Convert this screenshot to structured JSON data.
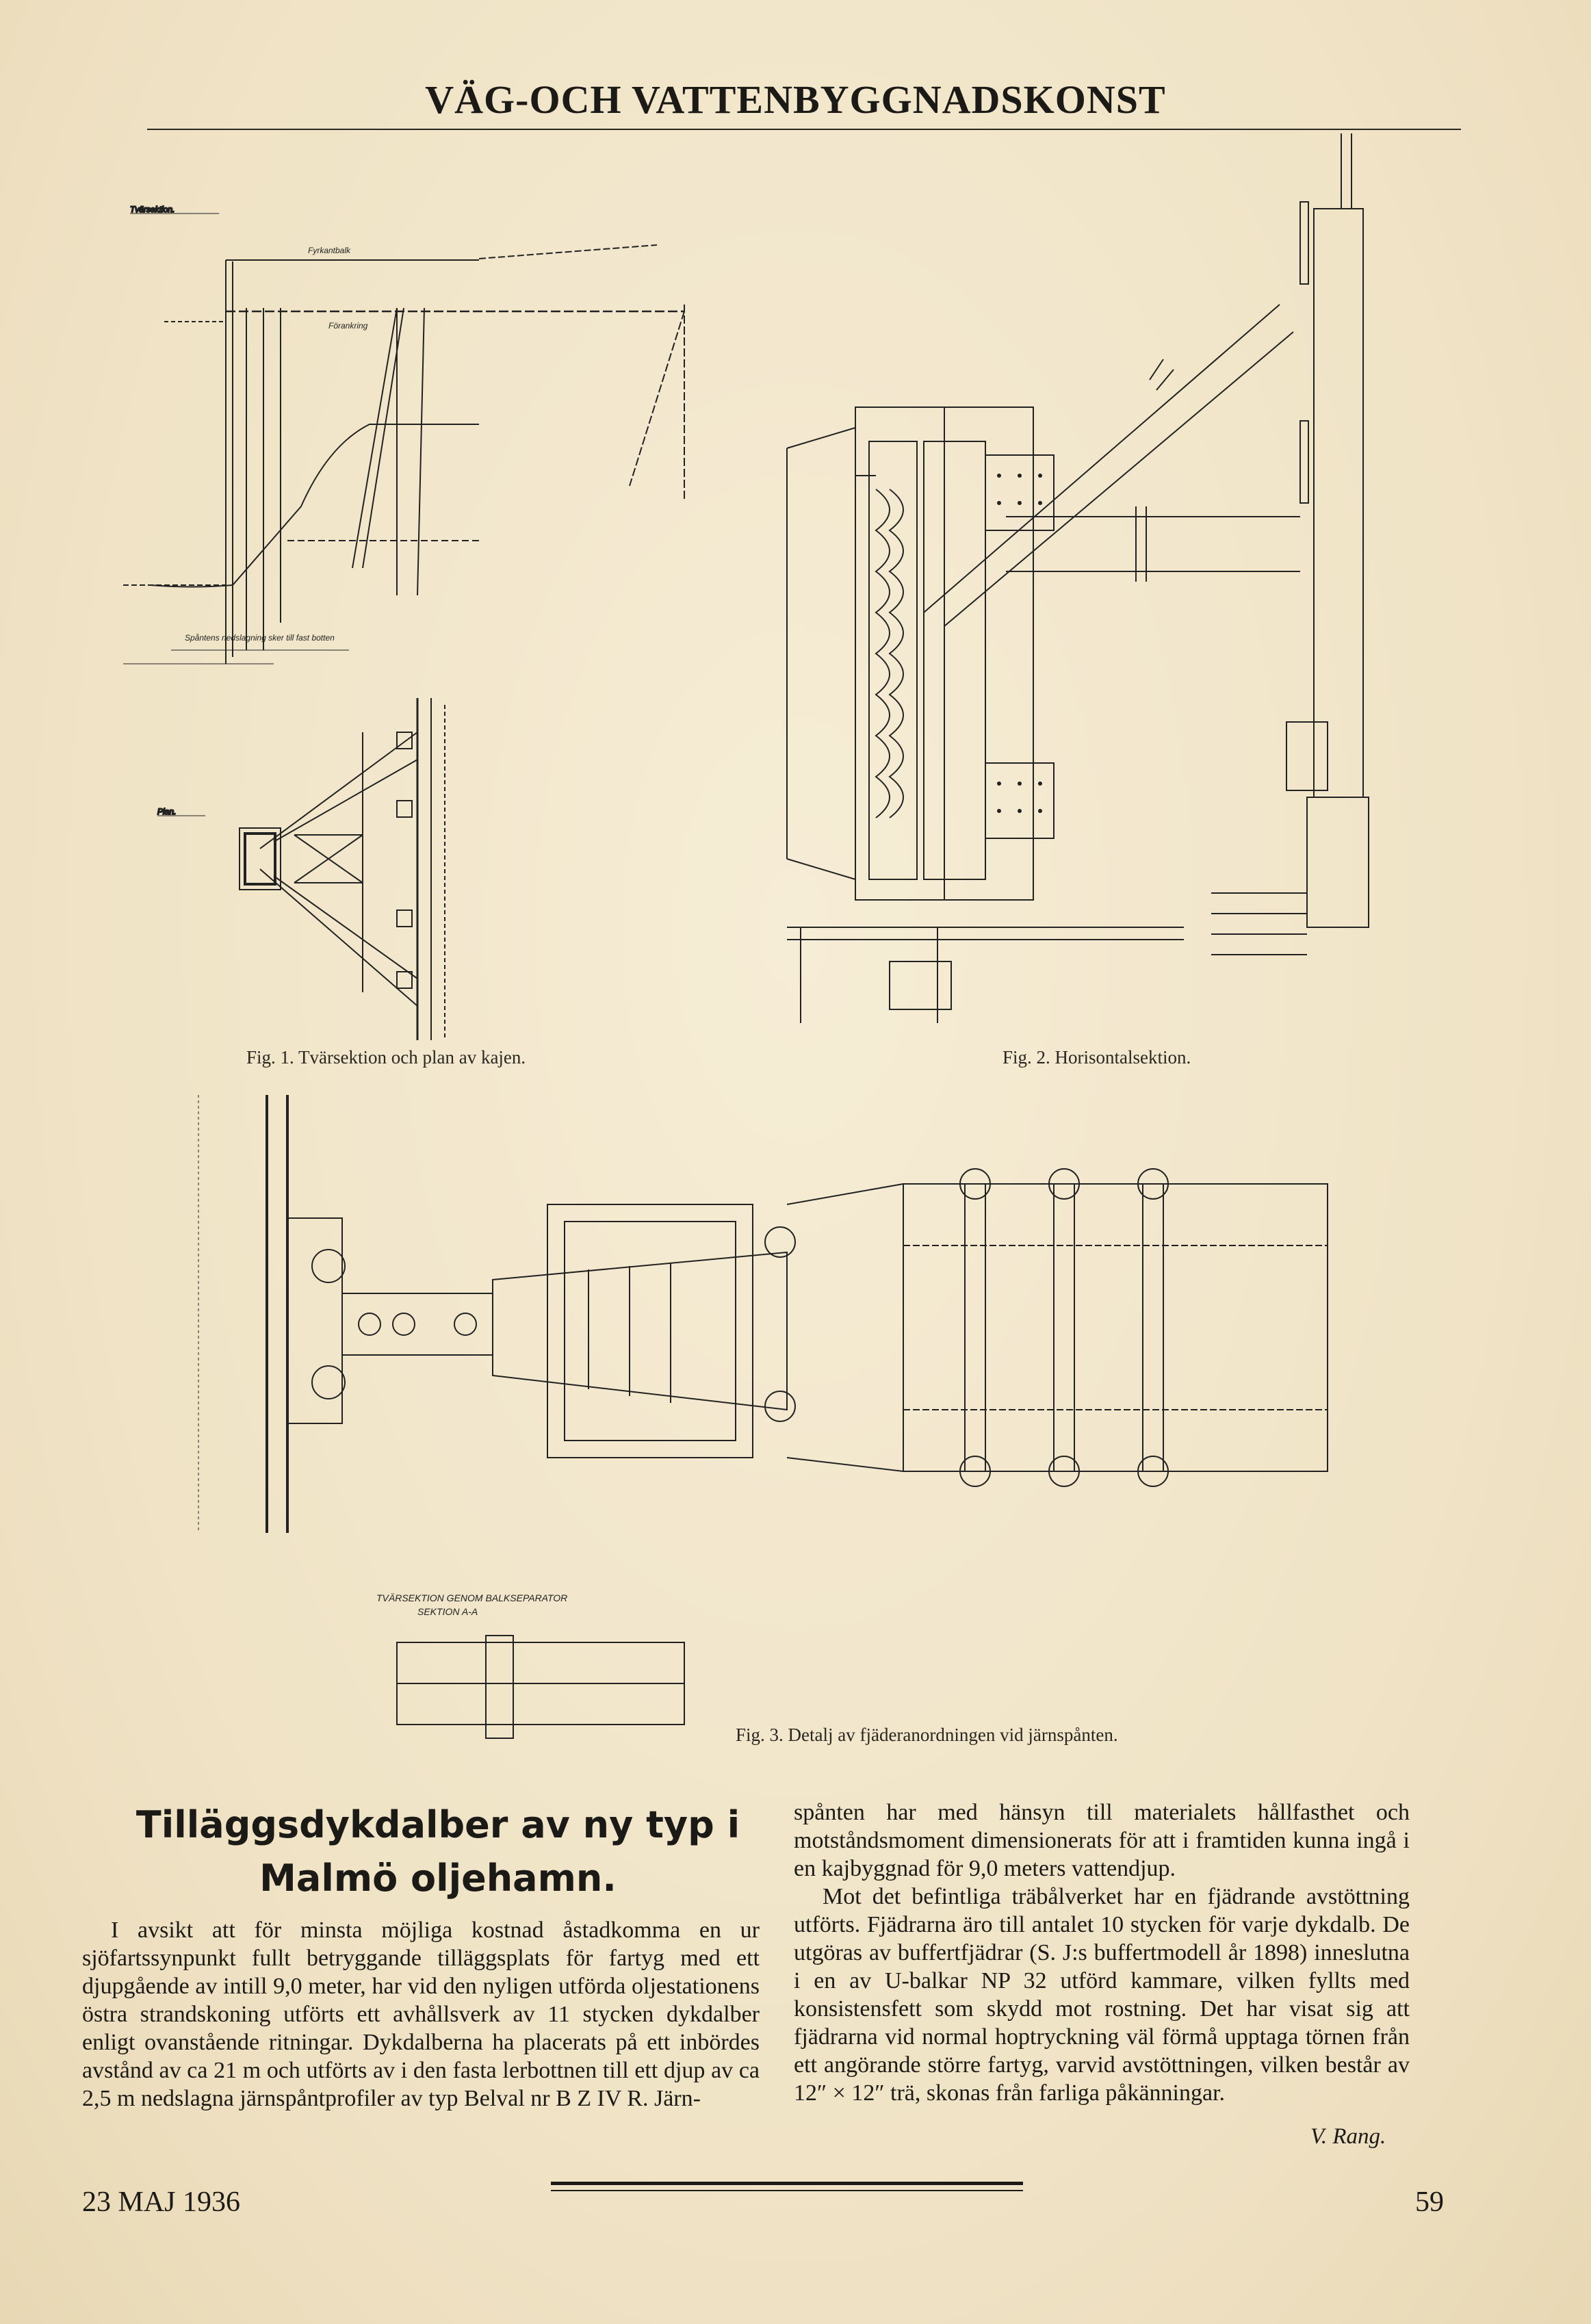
{
  "header": {
    "title": "VÄG-OCH VATTENBYGGNADSKONST"
  },
  "figures": {
    "fig1": {
      "caption": "Fig. 1. Tvärsektion och plan av kajen.",
      "label_section": "Tvärsektion.",
      "label_plan": "Plan."
    },
    "fig2": {
      "caption": "Fig. 2. Horisontalsektion."
    },
    "fig3": {
      "caption": "Fig. 3. Detalj av fjäderanordningen vid järnspånten.",
      "section_title": "TVÄRSEKTION GENOM BALKSEPARATOR",
      "section_sub": "SEKTION A-A"
    }
  },
  "article": {
    "title": "Tilläggsdykdalber av ny typ i Malmö oljehamn.",
    "left_paragraphs": [
      "I avsikt att för minsta möjliga kostnad åstadkomma en ur sjöfartssynpunkt fullt betryggande tilläggsplats för fartyg med ett djupgående av intill 9,0 meter, har vid den nyligen utförda oljestationens östra strandskoning utförts ett avhållsverk av 11 stycken dykdalber enligt ovanstående ritningar. Dykdalberna ha placerats på ett inbördes avstånd av ca 21 m och utförts av i den fasta lerbottnen till ett djup av ca 2,5 m nedslagna järnspåntprofiler av typ Belval nr B Z IV R. Järn-"
    ],
    "right_paragraphs": [
      "spånten har med hänsyn till materialets hållfasthet och motståndsmoment dimensionerats för att i framtiden kunna ingå i en kajbyggnad för 9,0 meters vattendjup.",
      "Mot det befintliga träbålverket har en fjädrande avstöttning utförts. Fjädrarna äro till antalet 10 stycken för varje dykdalb. De utgöras av buffertfjädrar (S. J:s buffertmodell år 1898) inneslutna i en av U-balkar NP 32 utförd kammare, vilken fyllts med konsistensfett som skydd mot rostning. Det har visat sig att fjädrarna vid normal hoptryckning väl förmå upptaga törnen från ett angörande större fartyg, varvid avstöttningen, vilken består av 12″ × 12″ trä, skonas från farliga påkänningar."
    ],
    "signature": "V. Rang."
  },
  "footer": {
    "date": "23 MAJ 1936",
    "page": "59"
  }
}
